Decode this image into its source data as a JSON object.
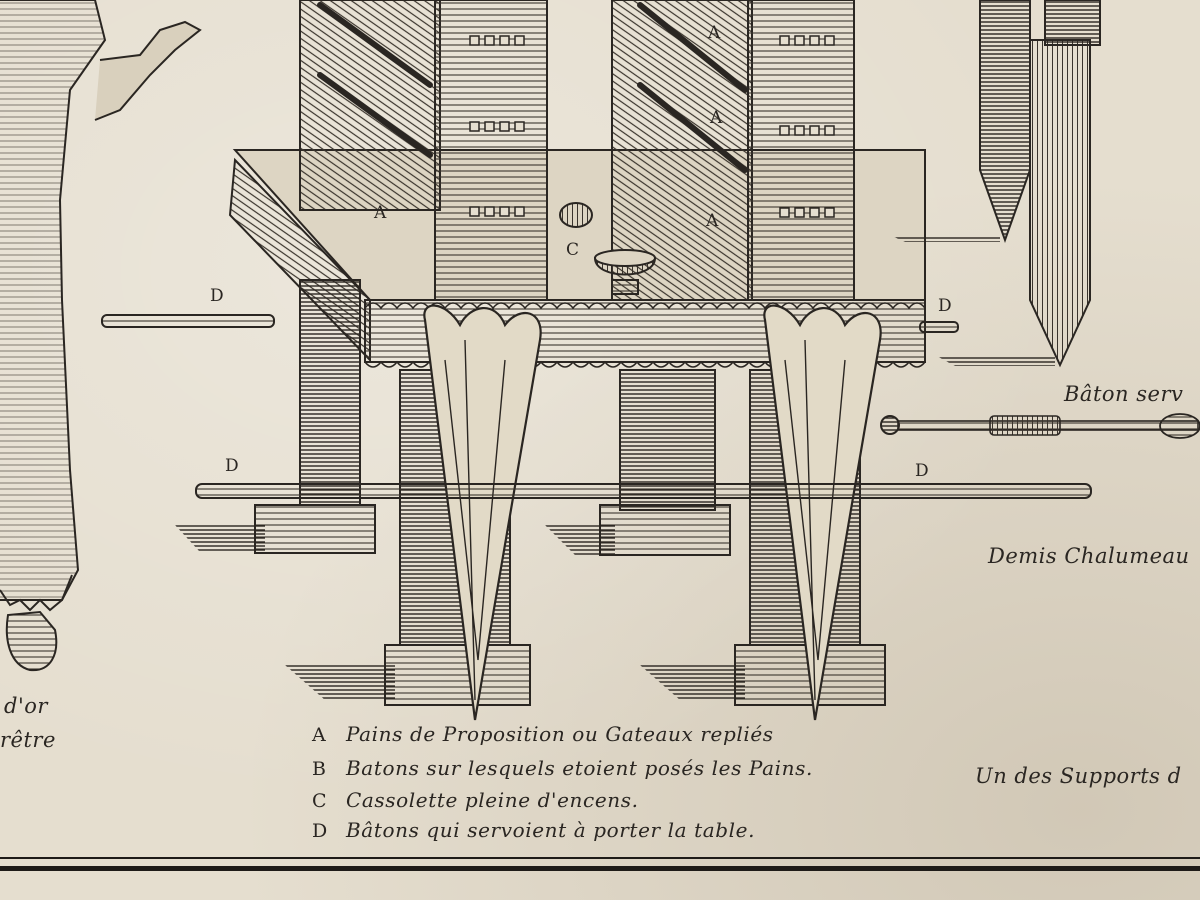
{
  "letters": {
    "a1": "A",
    "a2": "A",
    "a3": "A",
    "a4": "A",
    "c": "C",
    "d1": "D",
    "d2": "D",
    "d3": "D",
    "d4": "D"
  },
  "legend": [
    {
      "key": "A",
      "text": "Pains de Proposition ou Gateaux repliés"
    },
    {
      "key": "B",
      "text": "Batons sur lesquels etoient posés les Pains."
    },
    {
      "key": "C",
      "text": "Cassolette pleine d'encens."
    },
    {
      "key": "D",
      "text": "Bâtons qui servoient à porter la table."
    }
  ],
  "side_labels": {
    "left_line1": "d'or",
    "left_line2": "rêtre",
    "right_baton": "Bâton serv",
    "right_demis": "Demis Chalumeau",
    "right_supports": "Un des Supports d"
  },
  "colors": {
    "paper": "#e5decf",
    "ink": "#2a2622"
  }
}
